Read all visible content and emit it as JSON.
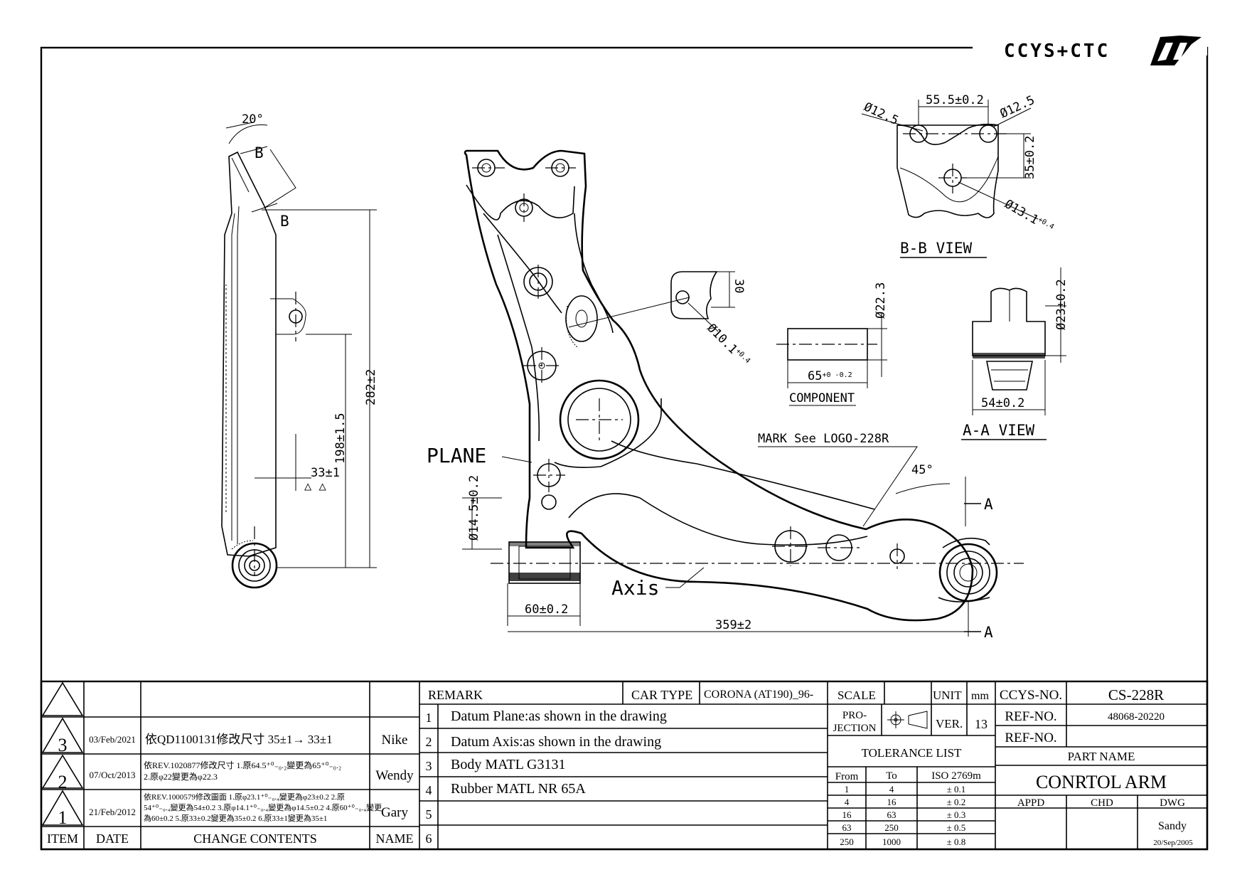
{
  "logo": {
    "text": "CCYS+CTC"
  },
  "dims": {
    "angle20": "20°",
    "sectionB": "B",
    "d282": "282±2",
    "d198": "198±1.5",
    "d33": "33±1",
    "plane": "PLANE",
    "d145": "Ø14.5±0.2",
    "axis": "Axis",
    "d60": "60±0.2",
    "d359": "359±2",
    "d30": "30",
    "d101": "Ø10.1",
    "d101tol": "+0.4",
    "d223": "Ø22.3",
    "d65": "65",
    "d65tol": "+0 -0.2",
    "component": "COMPONENT",
    "mark": "MARK See LOGO-228R",
    "angle45": "45°",
    "sectionA": "A",
    "d555": "55.5±0.2",
    "d125a": "Ø12.5",
    "d125b": "Ø12.5",
    "d35": "35±0.2",
    "d131": "Ø13.1",
    "d131tol": "+0.4",
    "bbview": "B-B VIEW",
    "d23": "Ø23±0.2",
    "d54": "54±0.2",
    "aaview": "A-A VIEW"
  },
  "changes": {
    "rows": [
      {
        "item": "3",
        "date": "03/Feb/2021",
        "content": [
          "依QD1100131修改尺寸 35±1→ 33±1"
        ],
        "name": "Nike"
      },
      {
        "item": "2",
        "date": "07/Oct/2013",
        "content": [
          "依REV.1020877修改尺寸 1.原64.5⁺⁰₋₀.₂變更為65⁺⁰₋₀.₂",
          "2.原φ22變更為φ22.3"
        ],
        "name": "Wendy"
      },
      {
        "item": "1",
        "date": "21/Feb/2012",
        "content": [
          "依REV.1000579修改圖面 1.原φ23.1⁺⁰₋₀.₄變更為φ23±0.2  2.原",
          "54⁺⁰₋₀.₄變更為54±0.2 3.原φ14.1⁺⁰₋₀.₄變更為φ14.5±0.2  4.原60⁺⁰₋₀.₄變更",
          "為60±0.2  5.原33±0.2變更為35±0.2 6.原33±1變更為35±1"
        ],
        "name": "Gary"
      }
    ],
    "headers": {
      "item": "ITEM",
      "date": "DATE",
      "content": "CHANGE CONTENTS",
      "name": "NAME"
    }
  },
  "remarks": {
    "title": "REMARK",
    "car_type_label": "CAR TYPE",
    "car_type": "CORONA (AT190)_96-",
    "items": [
      {
        "no": "1",
        "text": "Datum Plane:as shown in the drawing"
      },
      {
        "no": "2",
        "text": "Datum Axis:as shown in the drawing"
      },
      {
        "no": "3",
        "text": "Body MATL G3131"
      },
      {
        "no": "4",
        "text": "Rubber MATL NR 65A"
      },
      {
        "no": "5",
        "text": ""
      },
      {
        "no": "6",
        "text": ""
      }
    ]
  },
  "info": {
    "scale_label": "SCALE",
    "scale": "",
    "unit_label": "UNIT",
    "unit": "mm",
    "projection_label": "PRO-\nJECTION",
    "proj1": "PRO-",
    "proj2": "JECTION",
    "ver_label": "VER.",
    "ver": "13",
    "tolerance_title": "TOLERANCE LIST",
    "tol_headers": [
      "From",
      "To",
      "ISO 2769m"
    ],
    "tolerances": [
      [
        "1",
        "4",
        "± 0.1"
      ],
      [
        "4",
        "16",
        "± 0.2"
      ],
      [
        "16",
        "63",
        "± 0.3"
      ],
      [
        "63",
        "250",
        "± 0.5"
      ],
      [
        "250",
        "1000",
        "± 0.8"
      ]
    ]
  },
  "part": {
    "ccys_label": "CCYS-NO.",
    "ccys_no": "CS-228R",
    "ref_label": "REF-NO.",
    "ref_no": "48068-20220",
    "ref_label2": "REF-NO.",
    "ref_no2": "",
    "part_name_label": "PART NAME",
    "part_name": "CONRTOL ARM",
    "appd": "APPD",
    "chd": "CHD",
    "dwg": "DWG",
    "drawn_by": "Sandy",
    "date": "20/Sep/2005"
  }
}
